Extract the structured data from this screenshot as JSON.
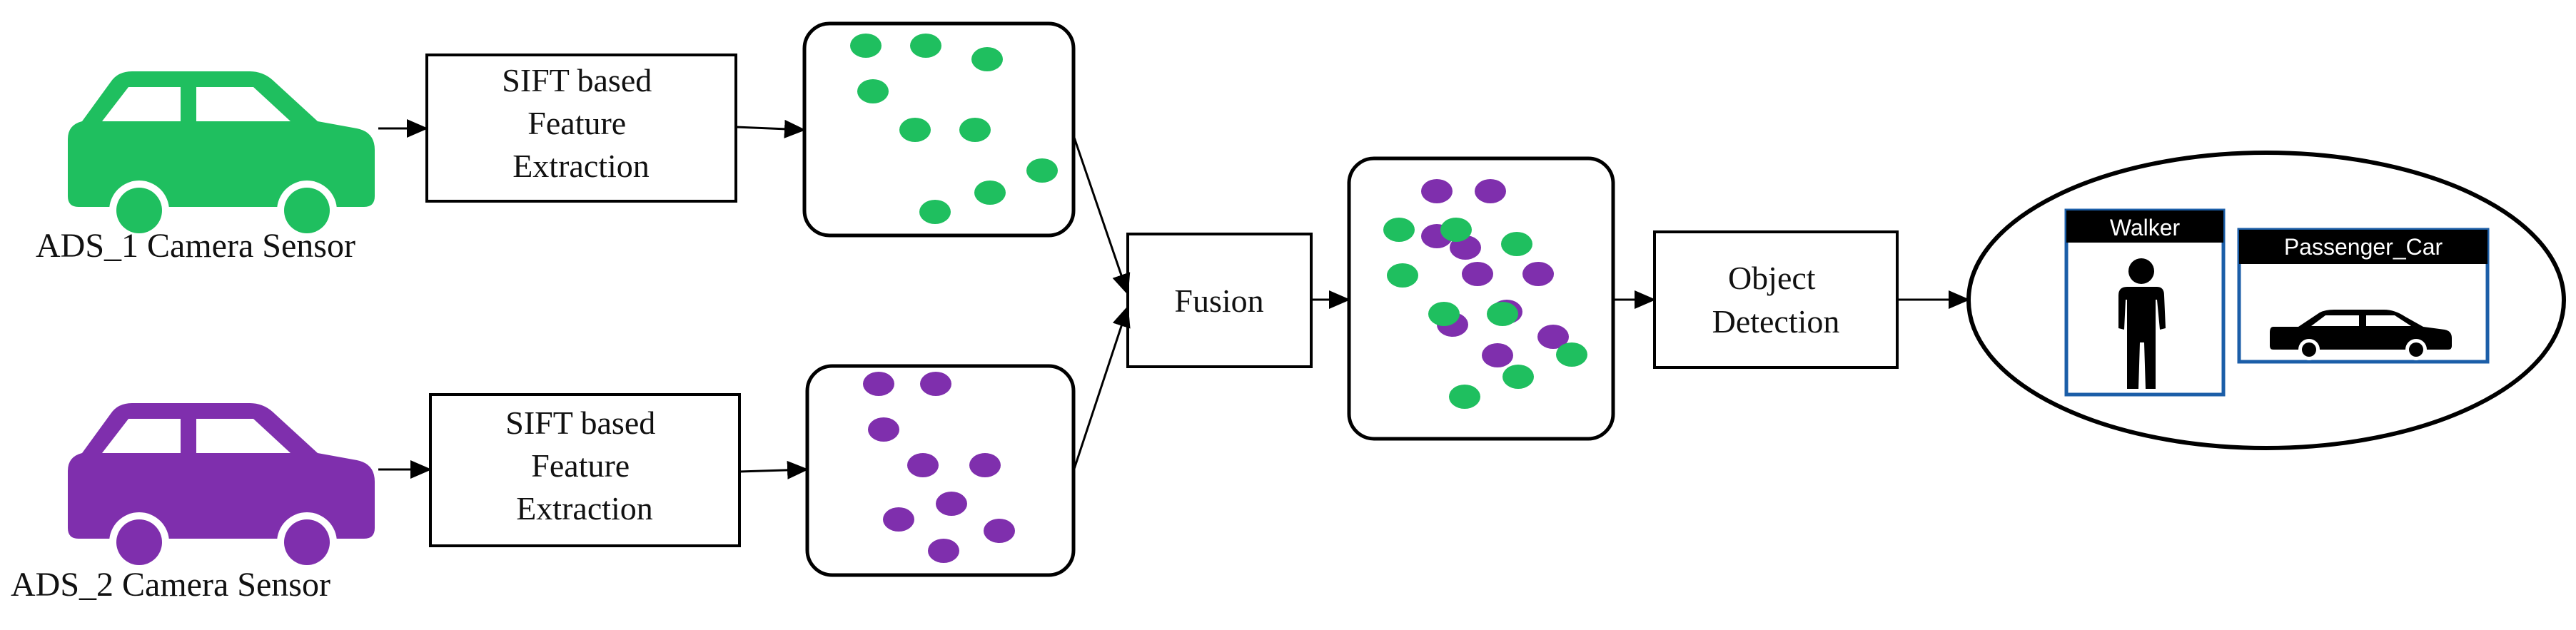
{
  "colors": {
    "green": "#1fbf5f",
    "purple": "#7f2fad",
    "stroke": "#000000",
    "badge_border": "#1b5ea8",
    "badge_header": "#000000"
  },
  "sensors": [
    {
      "label": "ADS_1 Camera Sensor",
      "color": "green",
      "icon": "car-icon"
    },
    {
      "label": "ADS_2 Camera Sensor",
      "color": "purple",
      "icon": "car-icon"
    }
  ],
  "processes": {
    "sift_1": [
      "SIFT based",
      "Feature",
      "Extraction"
    ],
    "sift_2": [
      "SIFT based",
      "Feature",
      "Extraction"
    ],
    "fusion": [
      "Fusion"
    ],
    "detection": [
      "Object",
      "Detection"
    ]
  },
  "feature_sets": {
    "set_1_color": "green",
    "set_2_color": "purple",
    "fused_colors": [
      "green",
      "purple"
    ]
  },
  "output": {
    "classes": [
      {
        "label": "Walker",
        "icon": "person-icon"
      },
      {
        "label": "Passenger_Car",
        "icon": "car-icon"
      }
    ]
  }
}
